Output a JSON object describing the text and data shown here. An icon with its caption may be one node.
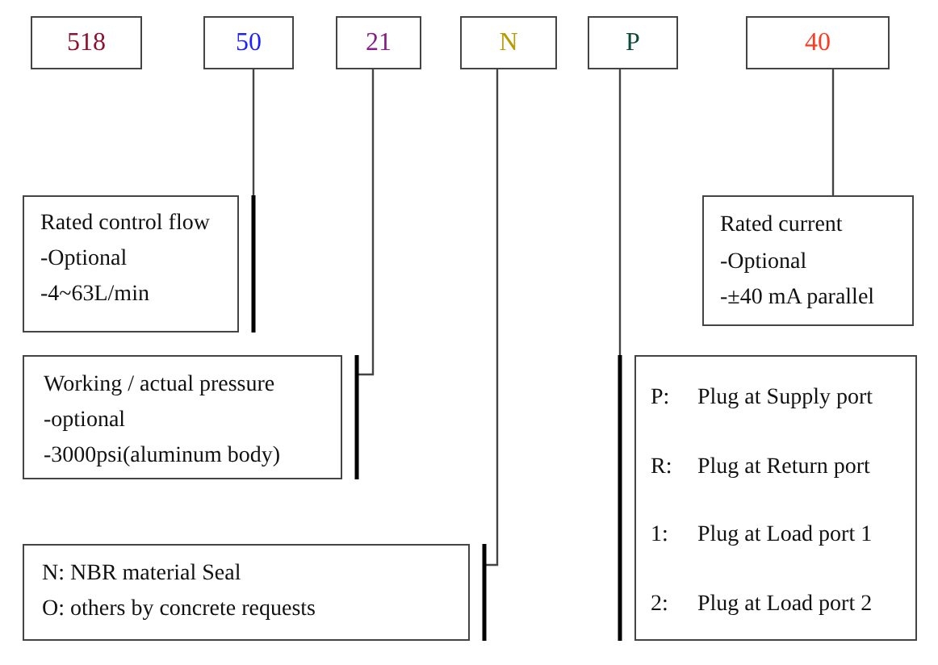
{
  "diagram": {
    "nodes": [
      {
        "text": [
          "518"
        ]
      },
      {
        "text": [
          "50"
        ]
      },
      {
        "text": [
          "21"
        ]
      },
      {
        "text": [
          "N"
        ]
      },
      {
        "text": [
          "P"
        ]
      },
      {
        "text": [
          "40"
        ]
      },
      {
        "text": [
          "Rated control flow",
          "-Optional",
          "-4~63L/min"
        ]
      },
      {
        "text": [
          "Rated current",
          "-Optional",
          "-±40 mA parallel"
        ]
      },
      {
        "text": [
          "Working / actual pressure",
          "-optional",
          "-3000psi(aluminum body)"
        ]
      },
      {
        "text": [
          "P:",
          "Plug at Supply port",
          "R:",
          "Plug at Return port",
          "1:",
          "Plug at Load port 1",
          "2:",
          "Plug at Load port 2"
        ]
      },
      {
        "text": [
          "N: NBR material Seal",
          "O: others by concrete requests"
        ]
      }
    ],
    "edges": [
      {
        "from": 1,
        "to": 6,
        "arrow": "none"
      },
      {
        "from": 2,
        "to": 8,
        "arrow": "none"
      },
      {
        "from": 3,
        "to": 10,
        "arrow": "none"
      },
      {
        "from": 4,
        "to": 9,
        "arrow": "none"
      },
      {
        "from": 5,
        "to": 7,
        "arrow": "none"
      }
    ]
  }
}
